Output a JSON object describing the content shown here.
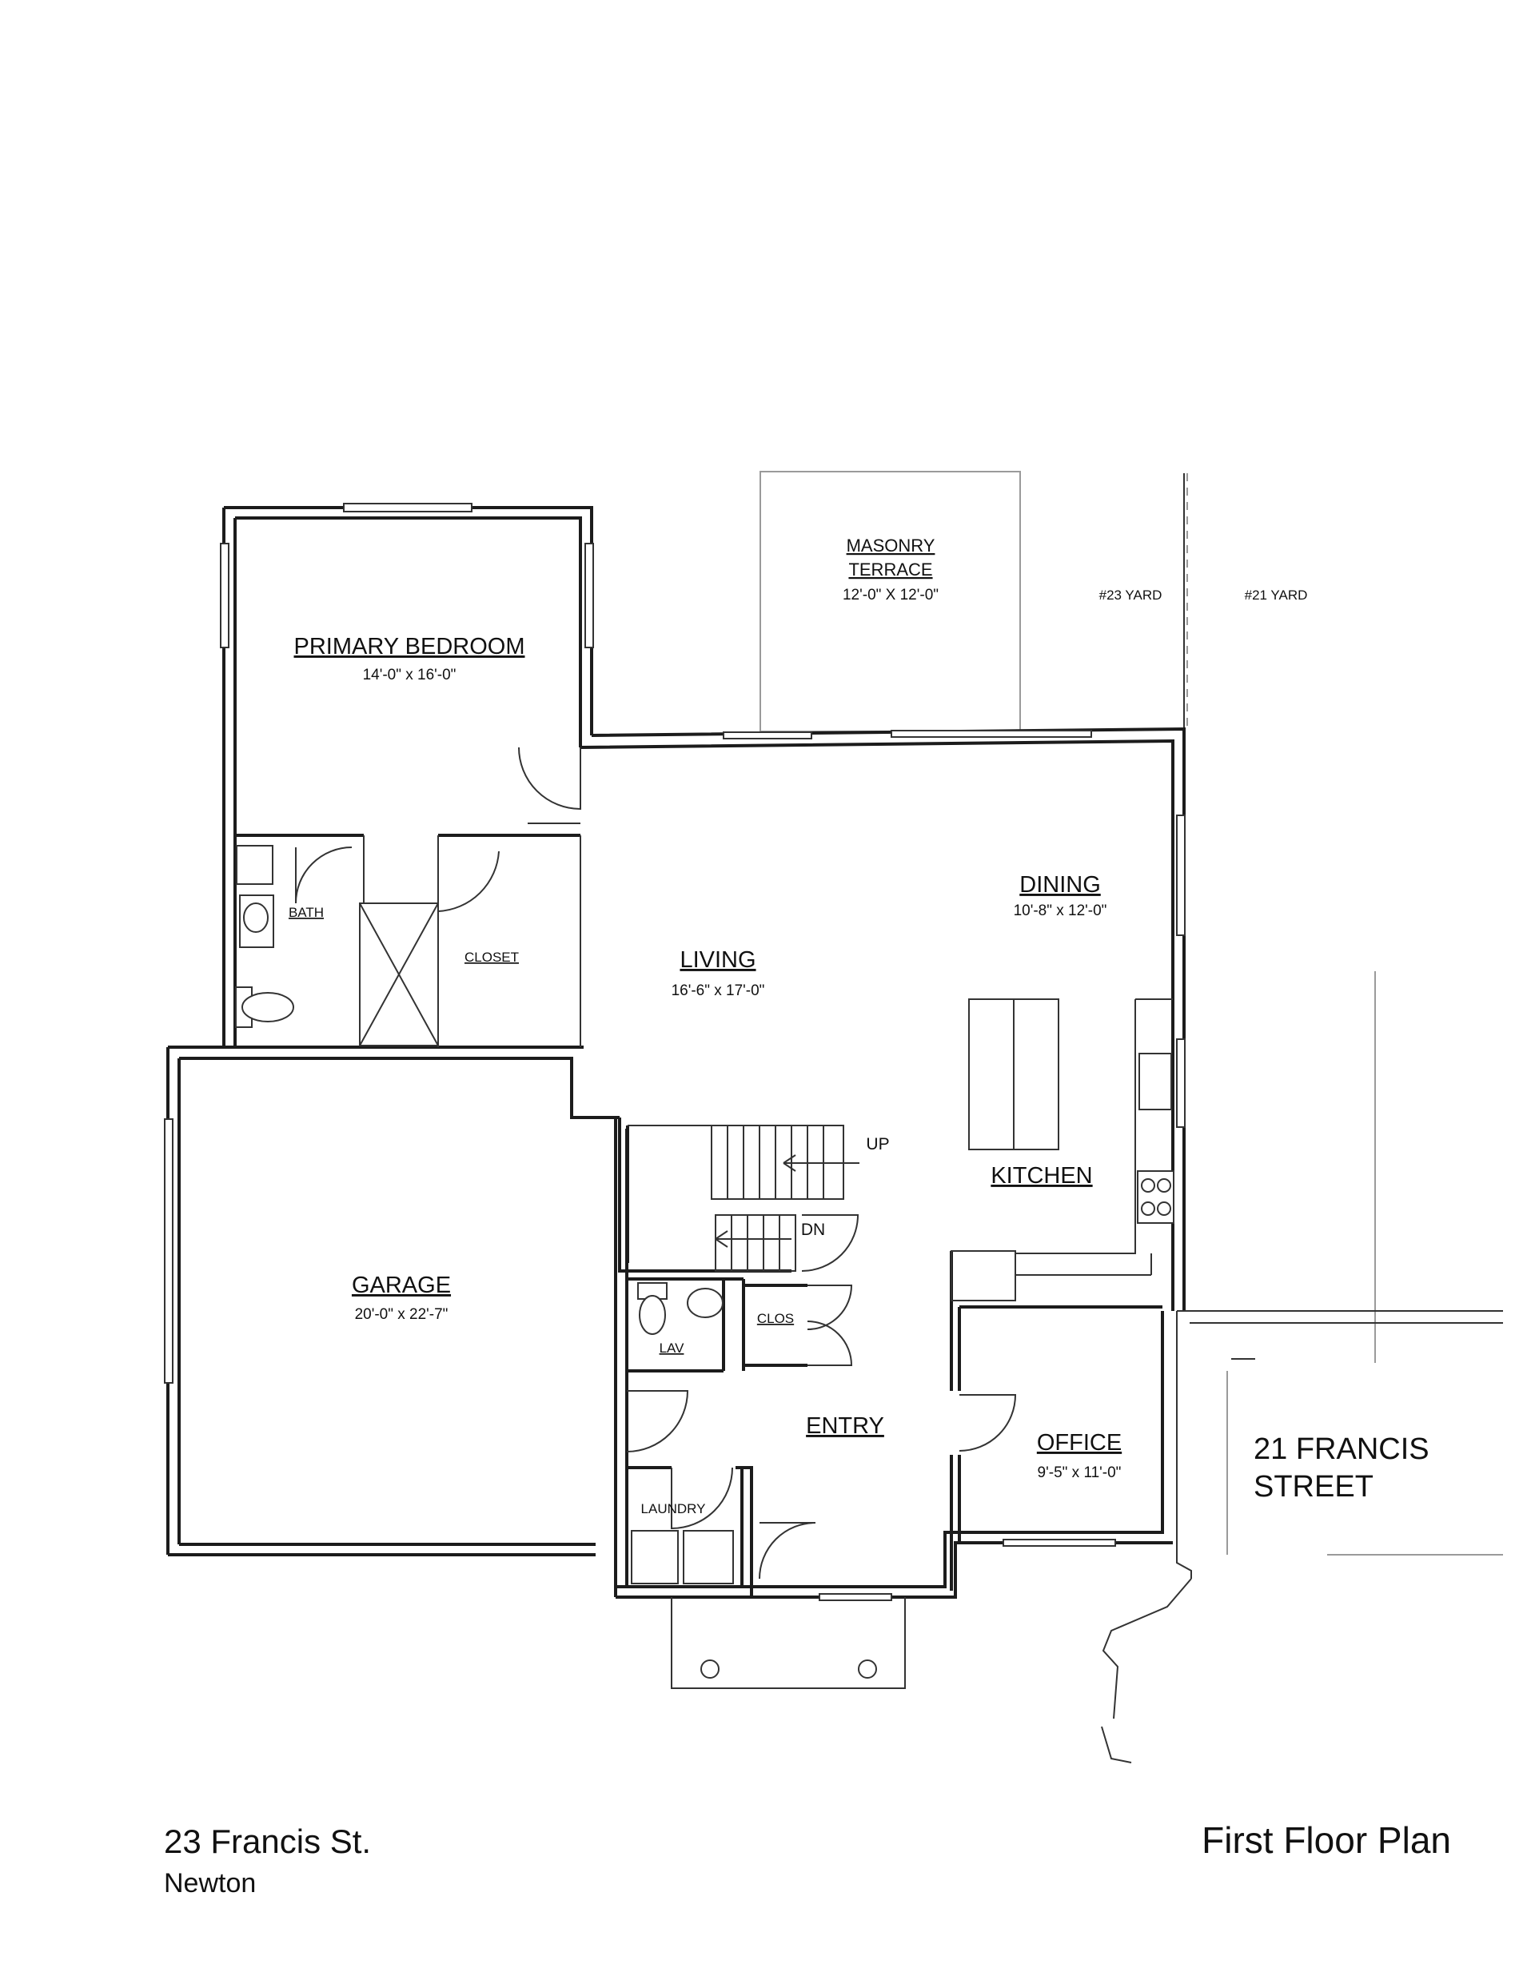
{
  "rooms": {
    "primary_bedroom": {
      "name": "PRIMARY BEDROOM",
      "dim": "14'-0\" x 16'-0\""
    },
    "bath": {
      "name": "BATH"
    },
    "closet": {
      "name": "CLOSET"
    },
    "living": {
      "name": "LIVING",
      "dim": "16'-6\" x 17'-0\""
    },
    "dining": {
      "name": "DINING",
      "dim": "10'-8\" x 12'-0\""
    },
    "kitchen": {
      "name": "KITCHEN"
    },
    "garage": {
      "name": "GARAGE",
      "dim": "20'-0\" x 22'-7\""
    },
    "lav": {
      "name": "LAV"
    },
    "clos": {
      "name": "CLOS"
    },
    "entry": {
      "name": "ENTRY"
    },
    "laundry": {
      "name": "LAUNDRY"
    },
    "office": {
      "name": "OFFICE",
      "dim": "9'-5\" x 11'-0\""
    },
    "terrace": {
      "line1": "MASONRY",
      "line2": "TERRACE",
      "dim": "12'-0\" X 12'-0\""
    }
  },
  "stairs": {
    "up": "UP",
    "down": "DN"
  },
  "yards": {
    "this_yard": "#23 YARD",
    "neighbor_yard": "#21 YARD"
  },
  "neighbor": {
    "line1": "21 FRANCIS",
    "line2": "STREET"
  },
  "footer": {
    "address": "23 Francis St.",
    "city": "Newton",
    "title": "First Floor Plan"
  }
}
